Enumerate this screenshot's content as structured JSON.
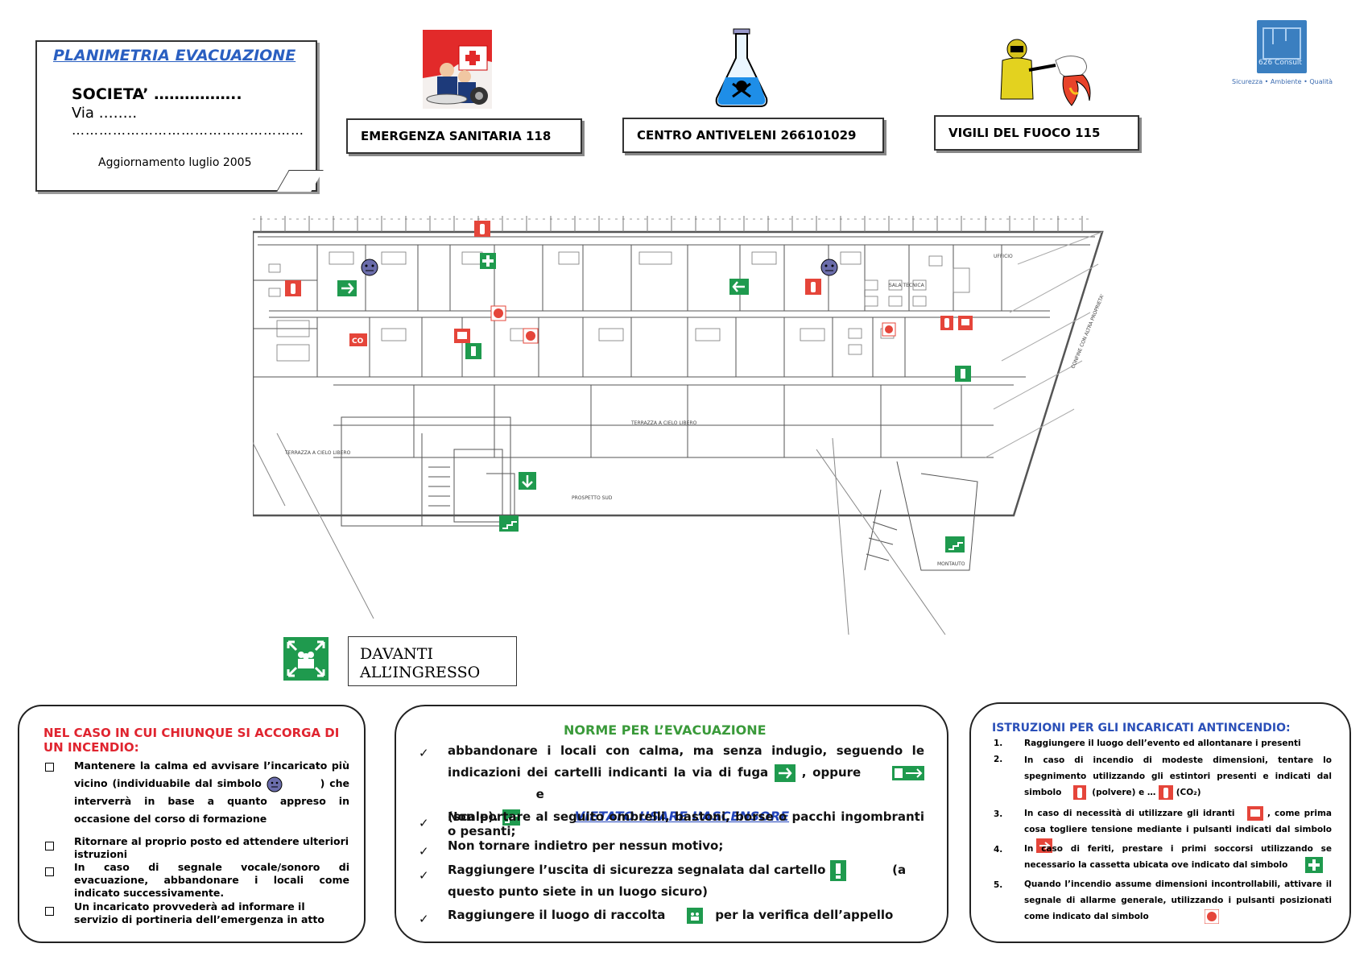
{
  "header": {
    "title": "PLANIMETRIA EVACUAZIONE",
    "societa": "SOCIETA’ ……………..",
    "via": "Via ……..",
    "dots": "……………………………………………",
    "aggiornamento": "Aggiornamento luglio 2005"
  },
  "emergency": {
    "sanitaria": "EMERGENZA SANITARIA  118",
    "antiveleni": "CENTRO ANTIVELENI   266101029",
    "vigili": "VIGILI DEL FUOCO     115"
  },
  "logo": {
    "name": "626 Consult",
    "tagline": "Sicurezza • Ambiente • Qualità"
  },
  "plan_labels": {
    "terrazza_cielo": "TERRAZZA A CIELO LIBERO",
    "terrazza_left": "TERRAZZA A CIELO LIBERO",
    "prospetto": "PROSPETTO SUD",
    "montauto": "MONTAUTO",
    "ufficio": "UFFICIO",
    "sala_tecnica": "SALA TECNICA",
    "confine": "CONFINE CON ALTRA PROPRIETA'"
  },
  "assembly": {
    "line1": "DAVANTI",
    "line2": "ALL’INGRESSO"
  },
  "panel1": {
    "title": "NEL CASO IN CUI CHIUNQUE SI ACCORGA DI UN INCENDIO:",
    "item1a": "Mantenere la calma ed avvisare l’incaricato più vicino (individuabile dal simbolo",
    "item1b": ") che interverrà in base a quanto appreso in occasione del corso di formazione",
    "item2": "Ritornare al proprio posto ed attendere ulteriori istruzioni",
    "item3": "In caso di segnale vocale/sonoro di evacuazione, abbandonare i locali come indicato successivamente.",
    "item4": "Un incaricato provvederà ad informare il servizio di portineria dell’emergenza in atto"
  },
  "panel2": {
    "title": "NORME PER L’EVACUAZIONE",
    "item1a": "abbandonare i locali con calma, ma senza indugio, seguendo le indicazioni dei cartelli indicanti la via di fuga",
    "item1b": ", oppure",
    "item1c": "e",
    "item1d": "(scale).",
    "vietato": "VIETATO USARE L’ASCENSORE",
    "item2": "Non portare al seguito ombrelli, bastoni, borse o pacchi ingombranti o pesanti;",
    "item3": "Non tornare indietro per nessun motivo;",
    "item4a": "Raggiungere l’uscita di sicurezza segnalata dal cartello",
    "item4b": "(a questo punto siete in un luogo sicuro)",
    "item5a": "Raggiungere il luogo di raccolta",
    "item5b": "per la verifica dell’appello"
  },
  "panel3": {
    "title": "ISTRUZIONI PER GLI INCARICATI ANTINCENDIO:",
    "n1": "1.",
    "item1": "Raggiungere il luogo dell’evento ed allontanare i presenti",
    "n2": "2.",
    "item2a": "In caso di incendio di modeste dimensioni, tentare lo spegnimento utilizzando gli estintori presenti e indicati dal simbolo",
    "item2b": "(polvere) e …",
    "item2c": "(CO₂)",
    "n3": "3.",
    "item3a": "In caso di necessità di utilizzare gli idranti",
    "item3b": ", come prima cosa togliere tensione mediante i pulsanti indicati dal simbolo",
    "n4": "4.",
    "item4": "In caso di feriti, prestare i primi soccorsi utilizzando se necessario la cassetta ubicata ove indicato dal simbolo",
    "n5": "5.",
    "item5": "Quando l’incendio assume dimensioni incontrollabili, attivare il segnale di allarme generale, utilizzando i pulsanti posizionati come indicato dal simbolo"
  },
  "colors": {
    "safety_green": "#1f9a4e",
    "fire_red": "#e5453a",
    "title_blue": "#2a5fc1",
    "panel_red": "#e0242f"
  }
}
